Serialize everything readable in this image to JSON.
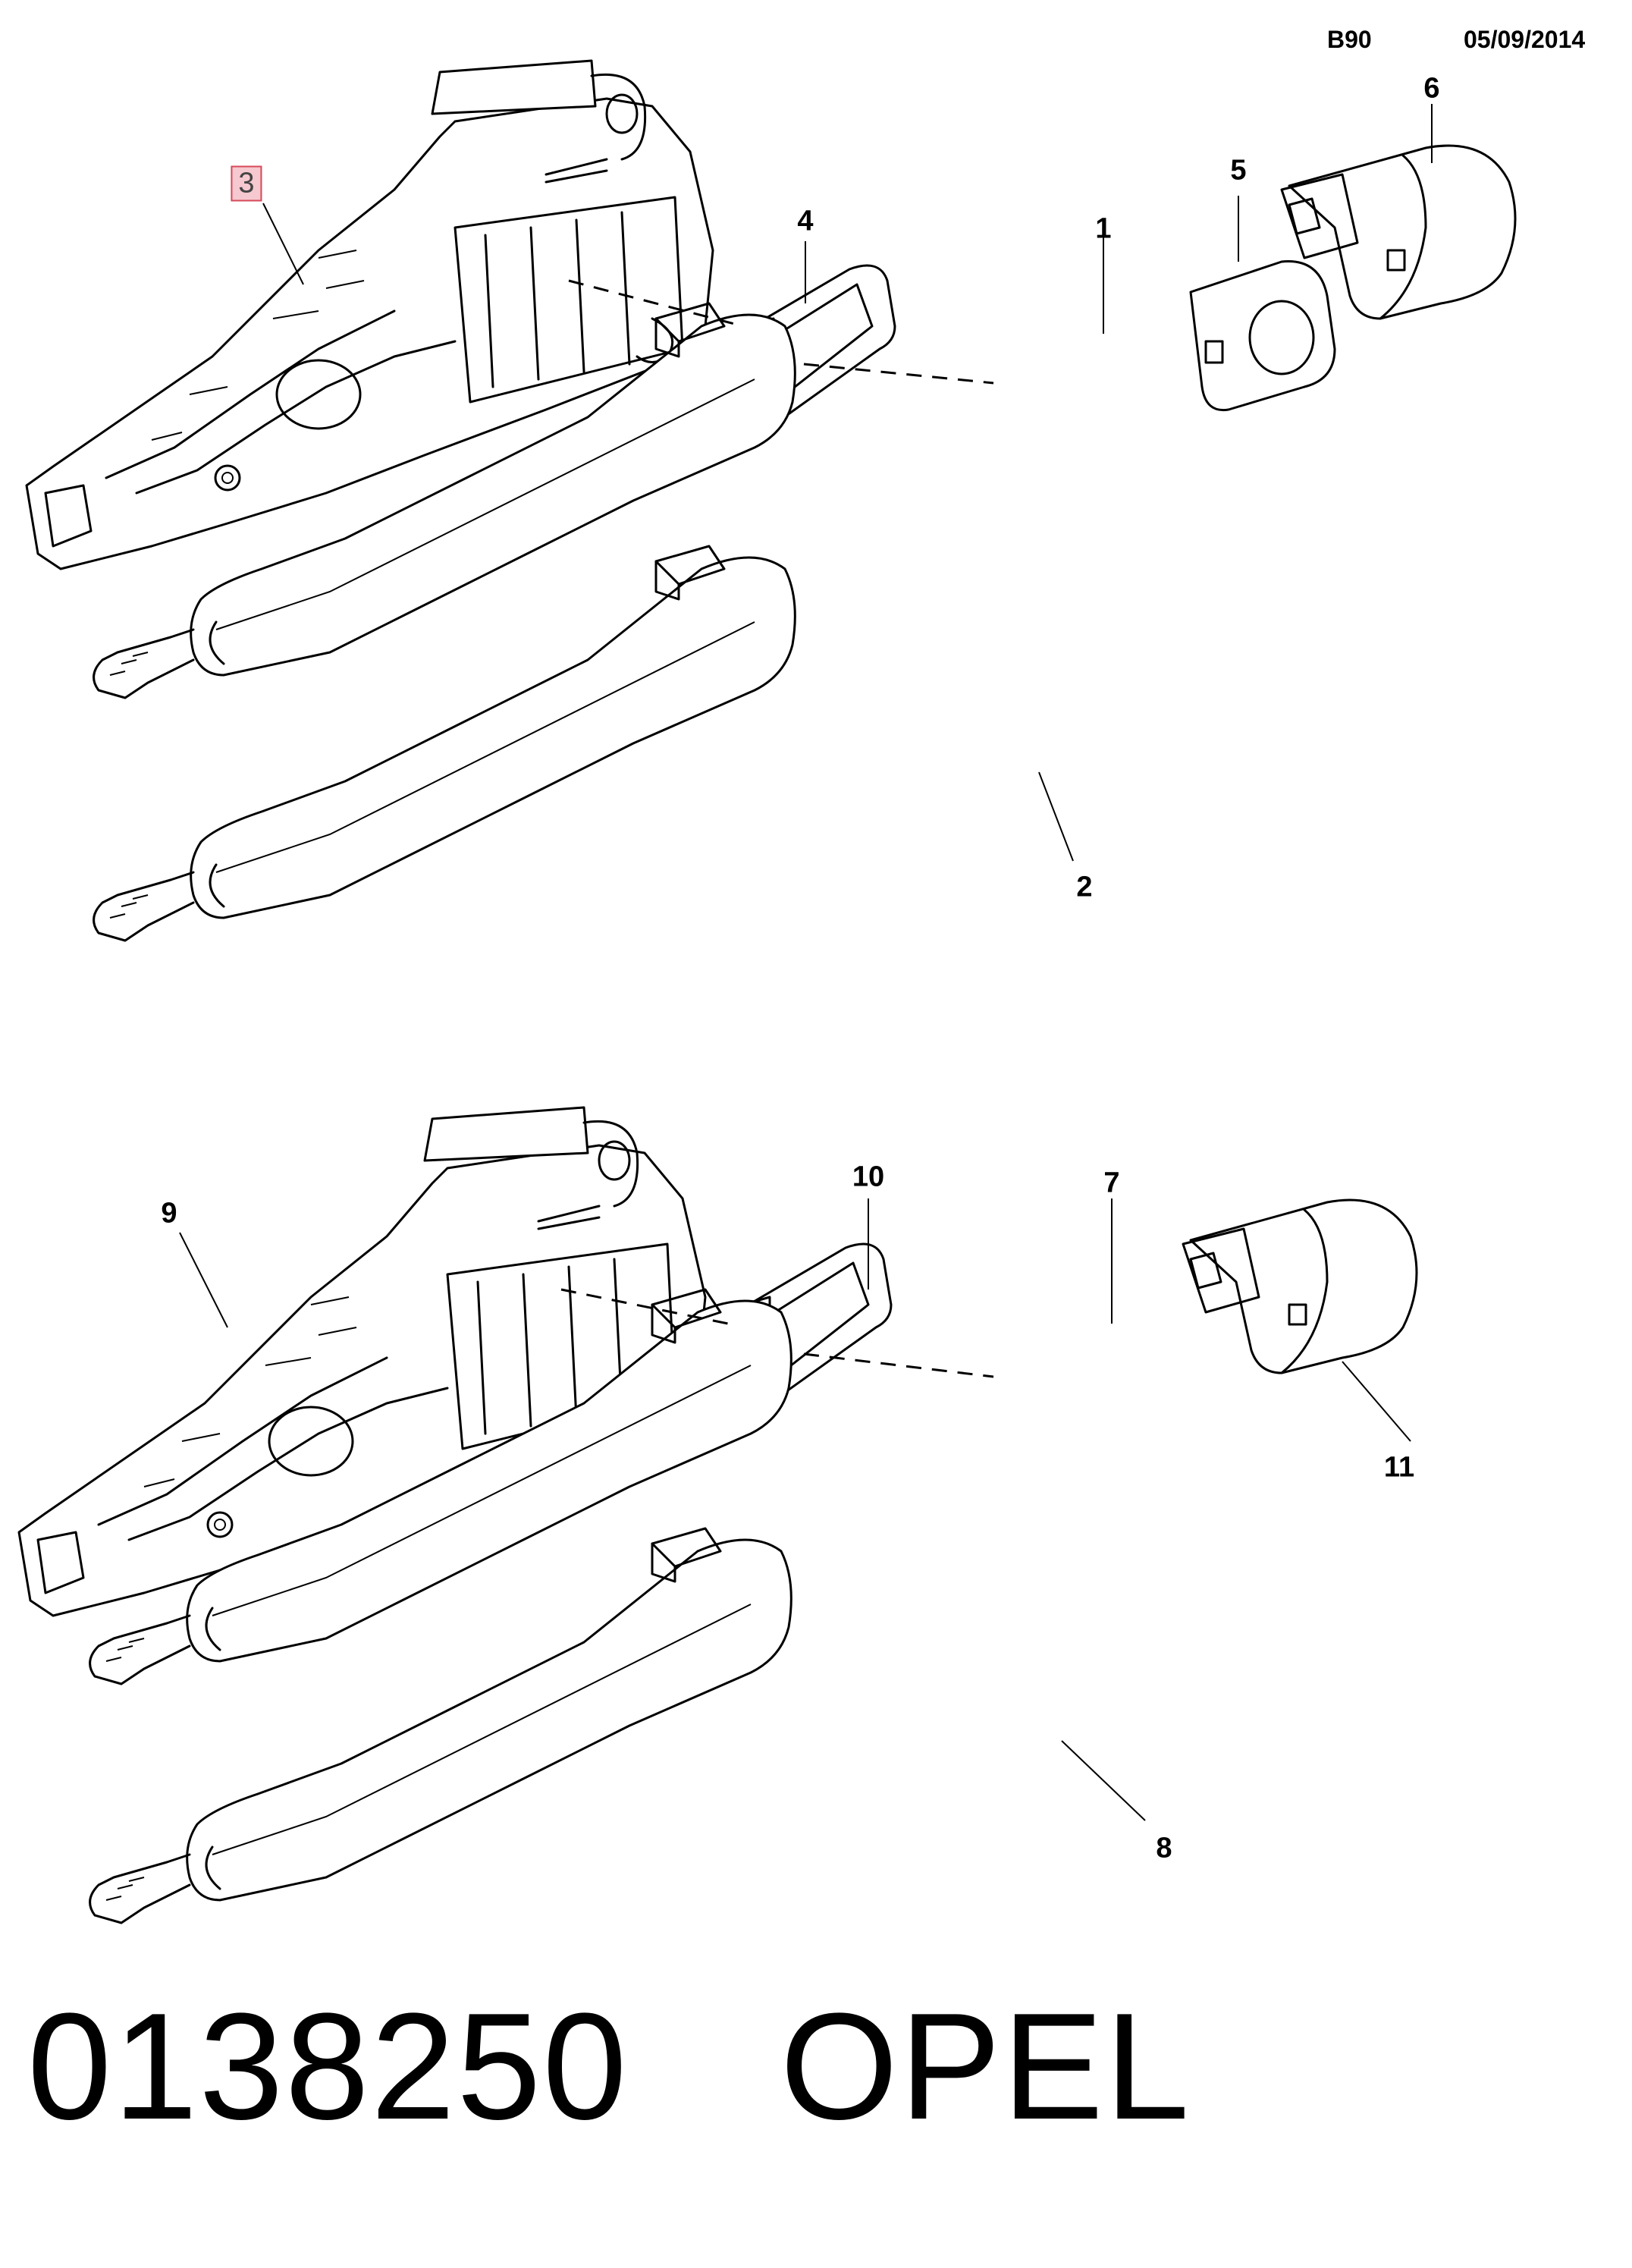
{
  "header": {
    "code": "B90",
    "date": "05/09/2014"
  },
  "callouts": {
    "c1": "1",
    "c2": "2",
    "c3": "3",
    "c4": "4",
    "c5": "5",
    "c6": "6",
    "c7": "7",
    "c8": "8",
    "c9": "9",
    "c10": "10",
    "c11": "11"
  },
  "highlight": {
    "callout": "3",
    "fill": "#f6c8cf",
    "border": "#d64a5a"
  },
  "footer": {
    "part_number": "0138250",
    "brand": "OPEL"
  }
}
